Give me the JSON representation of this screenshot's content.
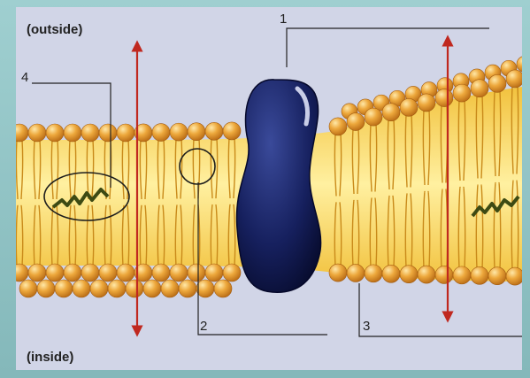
{
  "labels": {
    "outside": "(outside)",
    "inside": "(inside)",
    "marker_1": "1",
    "marker_2": "2",
    "marker_3": "3",
    "marker_4": "4"
  },
  "colors": {
    "background_teal": "#8fc1c3",
    "panel": "#cfd3e6",
    "lipid_head": "#e09a2e",
    "lipid_tail": "#f1c94a",
    "protein": "#15205e",
    "arrow": "#c0281f",
    "cholesterol": "#3d4a13"
  }
}
